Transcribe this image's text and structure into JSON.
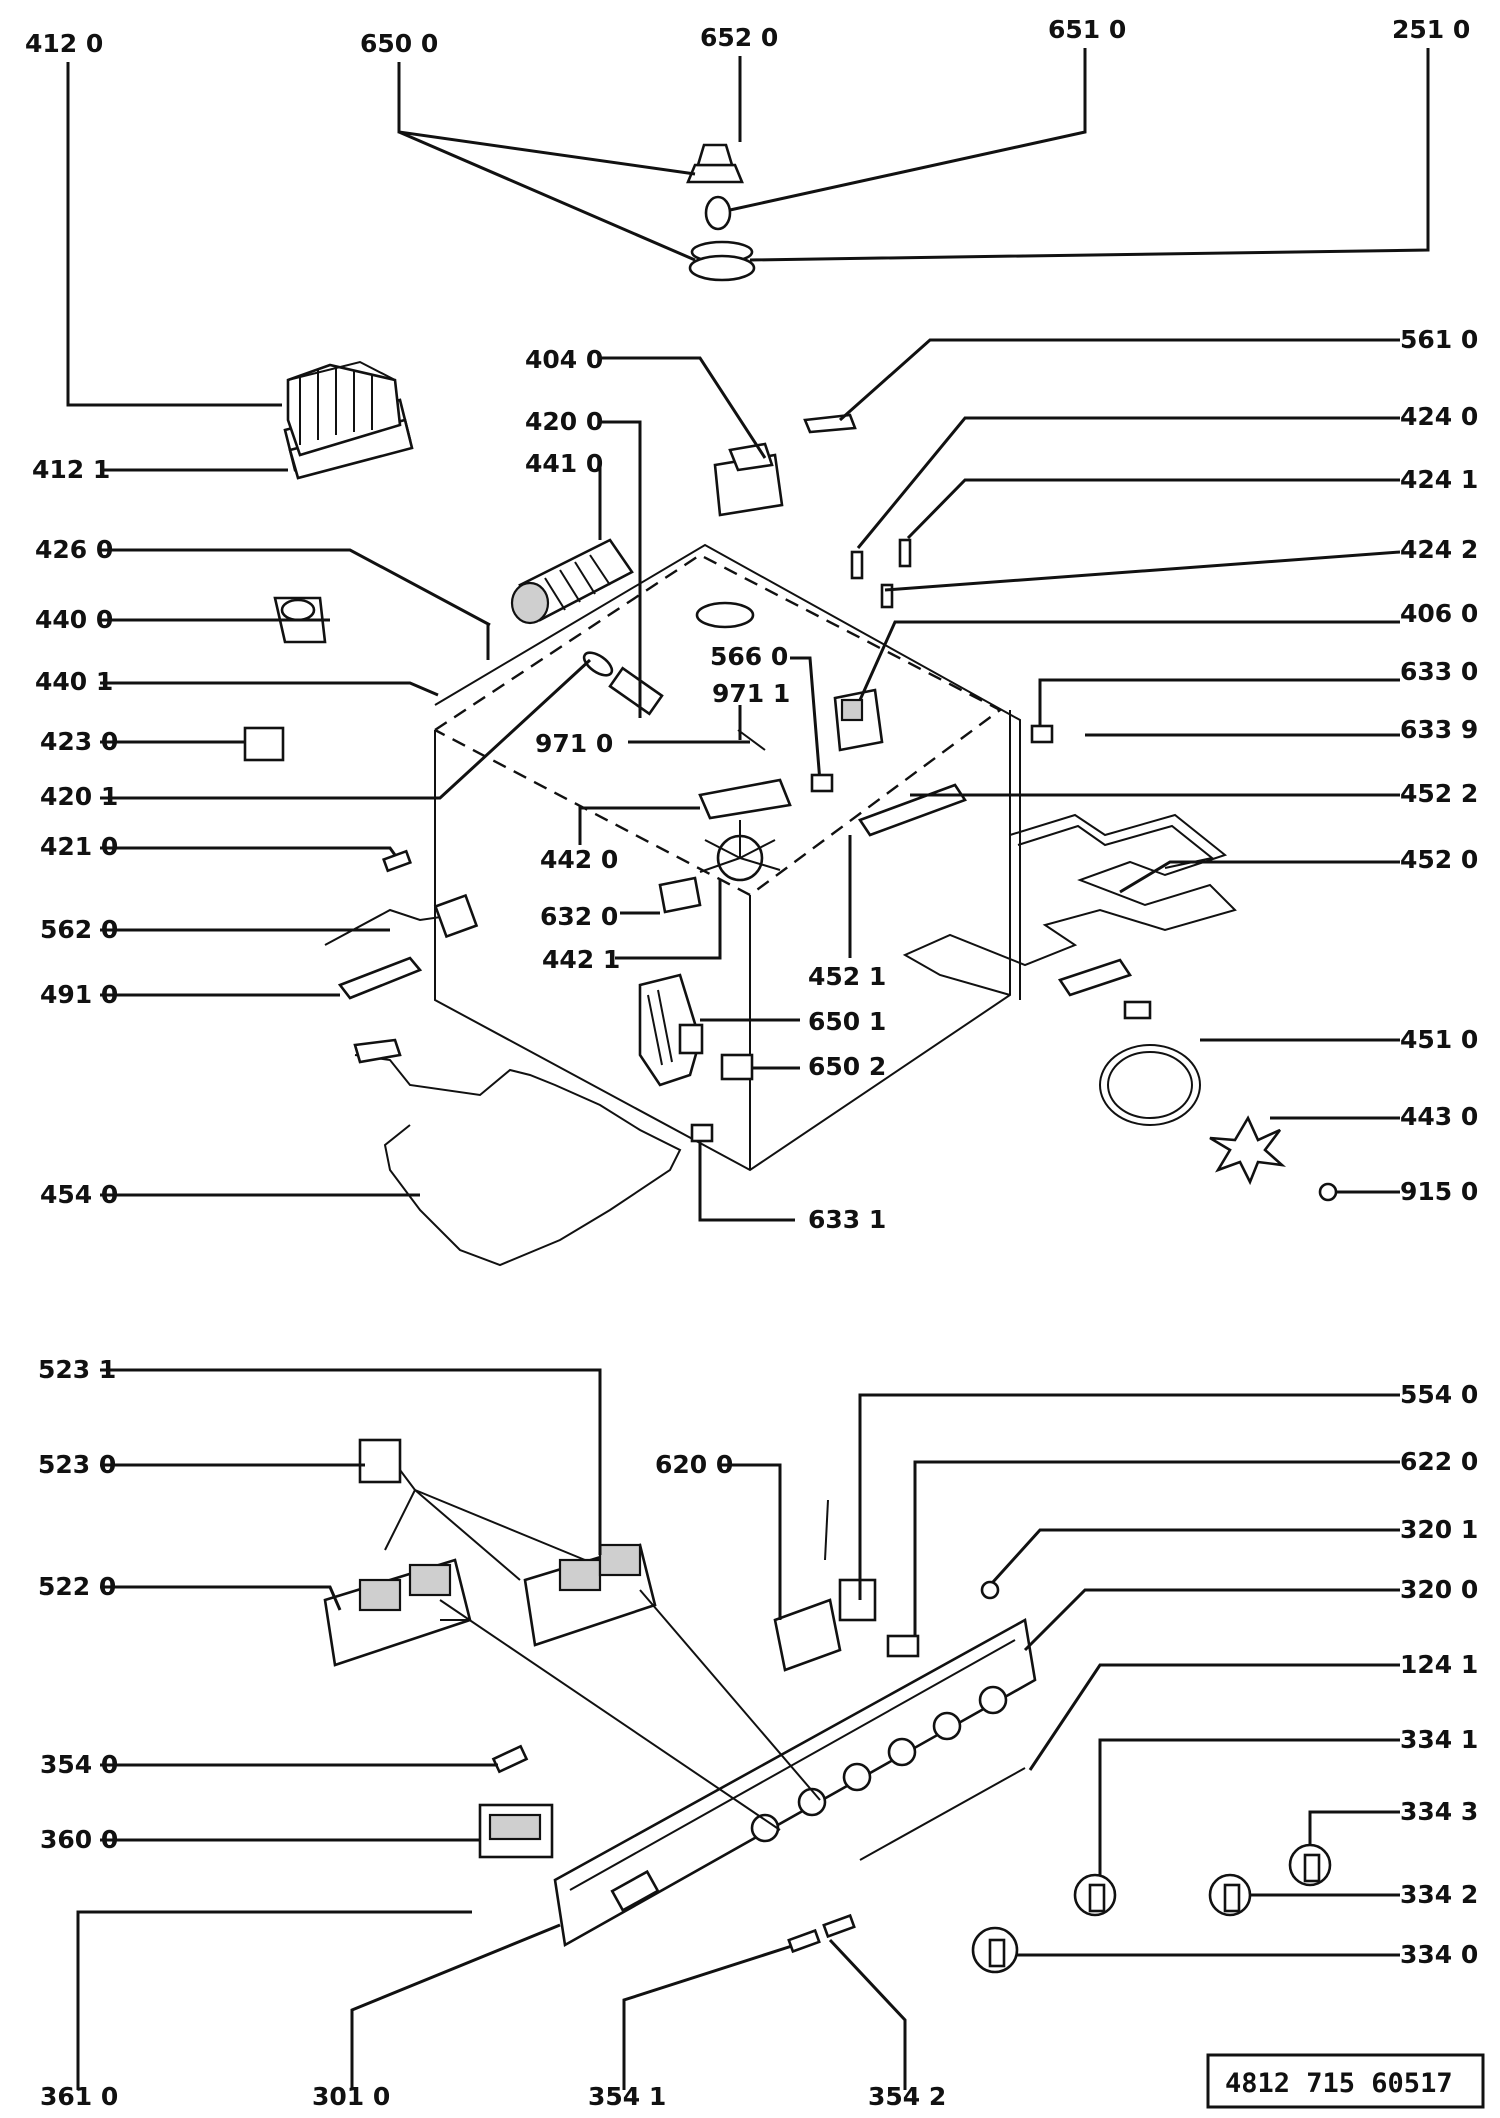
{
  "labels": {
    "l4120": "412 0",
    "l6500": "650 0",
    "l6520": "652 0",
    "l6510": "651 0",
    "l2510": "251 0",
    "l4040": "404 0",
    "l5610": "561 0",
    "l4200": "420 0",
    "l4240": "424 0",
    "l4121": "412 1",
    "l4410": "441 0",
    "l4241": "424 1",
    "l4260": "426 0",
    "l4242": "424 2",
    "l4400": "440 0",
    "l4060": "406 0",
    "l5660": "566 0",
    "l4401": "440 1",
    "l9711": "971 1",
    "l6330": "633 0",
    "l4230": "423 0",
    "l9710": "971 0",
    "l6339": "633 9",
    "l4201": "420 1",
    "l4522": "452 2",
    "l4210": "421 0",
    "l4420": "442 0",
    "l4520": "452 0",
    "l6320": "632 0",
    "l5620": "562 0",
    "l4421": "442 1",
    "l4521": "452 1",
    "l4910": "491 0",
    "l6501": "650 1",
    "l4510": "451 0",
    "l6502": "650 2",
    "l4430": "443 0",
    "l4540": "454 0",
    "l9150": "915 0",
    "l6331": "633 1",
    "l5231": "523 1",
    "l5540": "554 0",
    "l5230": "523 0",
    "l6200": "620 0",
    "l6220": "622 0",
    "l3201": "320 1",
    "l5220": "522 0",
    "l3200": "320 0",
    "l1241": "124 1",
    "l3540": "354 0",
    "l3341": "334 1",
    "l3343": "334 3",
    "l3600": "360 0",
    "l3342": "334 2",
    "l3340": "334 0",
    "l3610": "361 0",
    "l3010": "301 0",
    "l3541": "354 1",
    "l3542": "354 2"
  },
  "reference_number": "4812 715 60517"
}
